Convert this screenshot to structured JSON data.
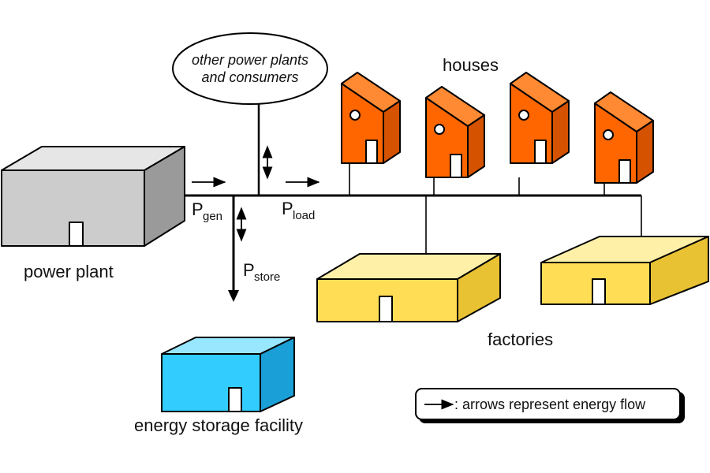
{
  "labels": {
    "power_plant": "power plant",
    "houses": "houses",
    "factories": "factories",
    "storage": "energy storage facility",
    "other_line1": "other power plants",
    "other_line2": "and consumers",
    "p_gen_main": "P",
    "p_gen_sub": "gen",
    "p_load_main": "P",
    "p_load_sub": "load",
    "p_store_main": "P",
    "p_store_sub": "store"
  },
  "legend": {
    "text": ": arrows represent energy flow"
  },
  "colors": {
    "power_plant": "#cccccc",
    "house": "#ff6600",
    "factory": "#ffdd55",
    "storage": "#33ccff",
    "line": "#000000",
    "watermark": "#e8e8e8"
  }
}
